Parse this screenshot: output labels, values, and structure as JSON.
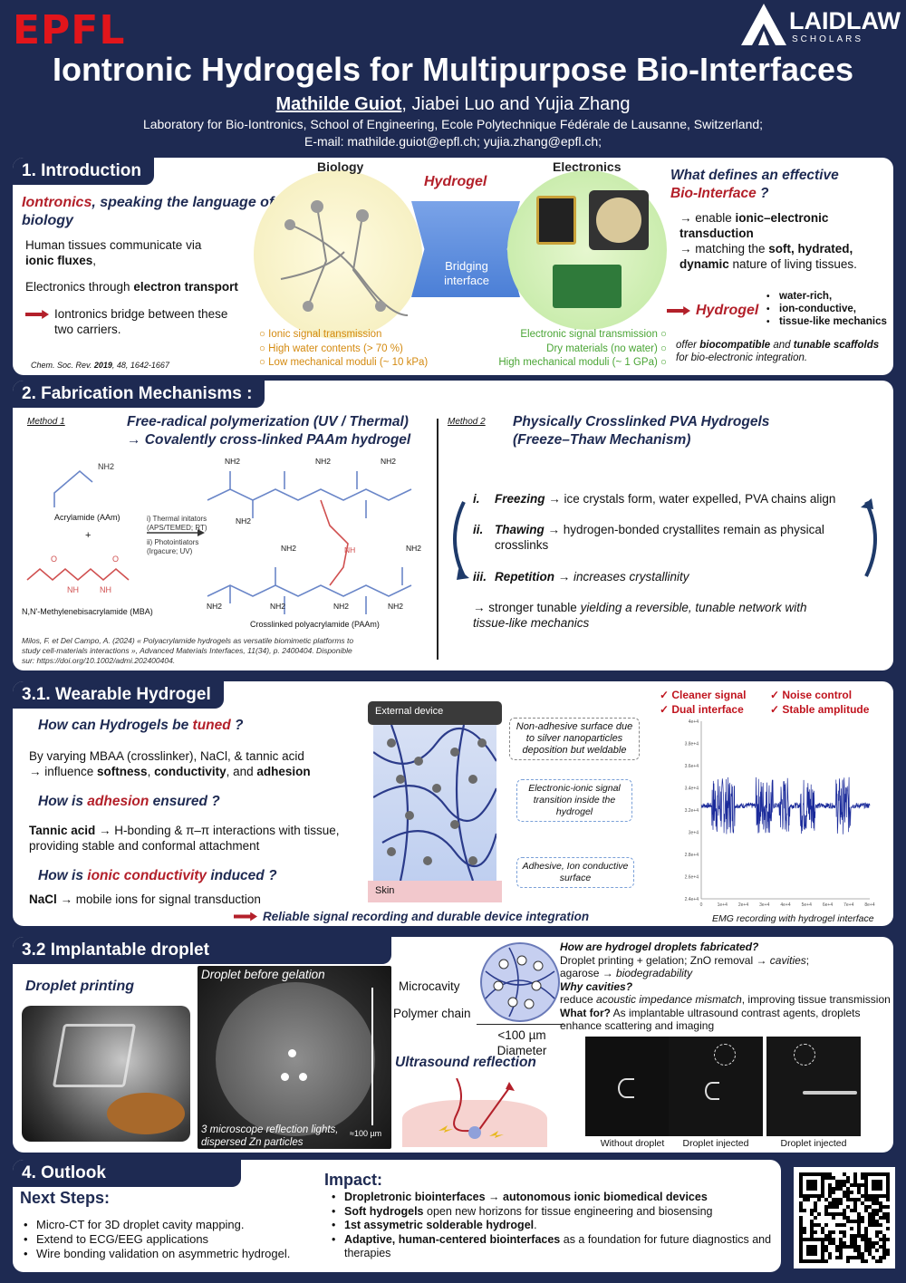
{
  "header": {
    "logo_left": "EPFL",
    "logo_right": "LAIDLAW",
    "logo_right_sub": "SCHOLARS",
    "title": "Iontronic Hydrogels for Multipurpose Bio-Interfaces",
    "author_main": "Mathilde Guiot",
    "authors_rest": ", Jiabei Luo and Yujia Zhang",
    "affiliation": "Laboratory for Bio-Iontronics, School of Engineering, Ecole Polytechnique Fédérale de Lausanne, Switzerland;",
    "email": "E-mail: mathilde.guiot@epfl.ch; yujia.zhang@epfl.ch;"
  },
  "intro": {
    "section": "1. Introduction",
    "sub1": "Iontronics",
    "sub2": ", speaking the language of biology",
    "p1a": "Human tissues communicate via ",
    "p1b": "ionic fluxes",
    "p1c": ",",
    "p2a": "Electronics through ",
    "p2b": "electron transport",
    "p3": "Iontronics bridge between these two carriers.",
    "ref_a": "Chem. Soc. Rev. ",
    "ref_b": "2019",
    "ref_c": ", 48, 1642-1667",
    "fig_biology": "Biology",
    "fig_hydrogel": "Hydrogel",
    "fig_electronics": "Electronics",
    "fig_bridge": "Bridging interface",
    "bio_props": [
      "Ionic signal transmission",
      "High water contents (> 70 %)",
      "Low mechanical moduli (~ 10 kPa)"
    ],
    "elec_props": [
      "Electronic signal transmission",
      "Dry materials (no water)",
      "High mechanical moduli (~ 1 GPa)"
    ],
    "q1": "What defines an effective",
    "q2": "Bio-Interface",
    "q3": " ?",
    "b1a": "→ enable ",
    "b1b": "ionic–electronic transduction",
    "b2a": "→ matching the ",
    "b2b": "soft, hydrated, dynamic",
    "b2c": " nature of living tissues.",
    "hydrogel_label": "Hydrogel",
    "hyd_props": [
      "water-rich,",
      "ion-conductive,",
      "tissue-like mechanics"
    ],
    "offer_a": "offer ",
    "offer_b": "biocompatible",
    "offer_c": " and ",
    "offer_d": "tunable scaffolds",
    "offer_e": " for bio-electronic integration."
  },
  "fab": {
    "section": "2. Fabrication Mechanisms :",
    "m1": "Method 1",
    "m1_t1": "Free-radical polymerization (UV / Thermal)",
    "m1_t2": "→ Covalently cross-linked PAAm hydrogel",
    "aam": "Acrylamide (AAm)",
    "plus": "+",
    "mba": "N,N'-Methylenebisacrylamide (MBA)",
    "cond1": "i) Thermal initators",
    "cond2": "(APS/TEMED; RT)",
    "cond3": "ii) Photointiators",
    "cond4": "(Irgacure; UV)",
    "nh2": "NH2",
    "nh": "NH",
    "o": "O",
    "product": "Crosslinked polyacrylamide (PAAm)",
    "ref": "Milos, F. et Del Campo, A. (2024) « Polyacrylamide hydrogels as versatile biomimetic platforms to study cell-materials interactions », Advanced Materials Interfaces, 11(34), p. 2400404. Disponible sur: https://doi.org/10.1002/admi.202400404.",
    "m2": "Method 2",
    "m2_t1": "Physically Crosslinked PVA Hydrogels",
    "m2_t2": "(Freeze–Thaw Mechanism)",
    "steps": [
      {
        "num": "i.",
        "name": "Freezing",
        "text": " → ice crystals form, water expelled, PVA chains align"
      },
      {
        "num": "ii.",
        "name": "Thawing",
        "text": " → hydrogen-bonded crystallites remain as physical crosslinks"
      },
      {
        "num": "iii.",
        "name": "Repetition",
        "text": " → increases crystallinity"
      }
    ],
    "result_a": "→ stronger tunable ",
    "result_b": "yielding a reversible, tunable network with tissue-like mechanics"
  },
  "wear": {
    "section": "3.1. Wearable Hydrogel",
    "q1a": "How can Hydrogels be ",
    "q1b": "tuned",
    "q1c": " ?",
    "p1a": "By varying MBAA (crosslinker), NaCl, & tannic acid",
    "p1b": "→ influence ",
    "p1c": "softness",
    "p1d": ", ",
    "p1e": "conductivity",
    "p1f": ", and ",
    "p1g": "adhesion",
    "q2a": "How is ",
    "q2b": "adhesion",
    "q2c": " ensured ?",
    "p2a": "Tannic acid",
    "p2b": " → H-bonding & π–π interactions with tissue, providing stable and conformal attachment",
    "q3a": "How is ",
    "q3b": "ionic conductivity",
    "q3c": " induced ?",
    "p3a": "NaCl",
    "p3b": " → mobile ions for signal transduction",
    "conclusion": "Reliable signal recording and durable device integration",
    "device": "External device",
    "skin": "Skin",
    "ann1": "Non-adhesive surface due to silver nanoparticles deposition but weldable",
    "ann2": "Electronic-ionic signal transition inside the hydrogel",
    "ann3": "Adhesive, Ion conductive surface",
    "ticks": [
      "Cleaner signal",
      "Noise control",
      "Dual interface",
      "Stable amplitude"
    ],
    "emg_caption": "EMG recording with hydrogel interface"
  },
  "chart_data": {
    "type": "line",
    "title": "",
    "xlabel": "",
    "ylabel": "",
    "x_ticks": [
      "0",
      "1e+4",
      "2e+4",
      "3e+4",
      "4e+4",
      "5e+4",
      "6e+4",
      "7e+4",
      "8e+4"
    ],
    "y_ticks": [
      "4e+4",
      "3.8e+4",
      "3.6e+4",
      "3.4e+4",
      "3.2e+4",
      "3e+4",
      "2.8e+4",
      "2.6e+4",
      "2.4e+4"
    ],
    "series": [
      {
        "color": "#1a2a9a",
        "bursts": [
          [
            0.5,
            1.6
          ],
          [
            2.6,
            3.4
          ],
          [
            3.7,
            4.2
          ],
          [
            4.7,
            5.4
          ],
          [
            6.4,
            7.1
          ]
        ],
        "baseline": 32400
      }
    ]
  },
  "drop": {
    "section": "3.2 Implantable droplet",
    "printing": "Droplet printing",
    "before": "Droplet before gelation",
    "cap_a": "3 microscope reflection lights,",
    "cap_b": "dispersed Zn particles",
    "scale": "≈100 µm",
    "microcavity": "Microcavity",
    "polymer": "Polymer chain",
    "dia1": "<100 µm",
    "dia2": "Diameter",
    "us": "Ultrasound reflection",
    "fq1": "How are hydrogel droplets fabricated?",
    "fa1a": "Droplet printing + gelation; ZnO removal → ",
    "fa1b": "cavities",
    "fa1c": ";",
    "fa1d": "agarose → ",
    "fa1e": "biodegradability",
    "fq2": "Why cavities?",
    "fa2a": "reduce ",
    "fa2b": "acoustic impedance mismatch",
    "fa2c": ", improving tissue transmission",
    "fq3": "What for?",
    "fa3": " As implantable ultrasound contrast agents, droplets enhance scattering and imaging",
    "us_labels": [
      "Without droplet",
      "Droplet injected",
      "Droplet injected"
    ]
  },
  "outlook": {
    "section": "4. Outlook",
    "next": "Next Steps:",
    "next_items": [
      "Micro-CT for 3D droplet cavity mapping.",
      "Extend to ECG/EEG applications",
      "Wire bonding validation on asymmetric hydrogel."
    ],
    "impact": "Impact:",
    "impact_items": [
      {
        "b": "Dropletronic biointerfaces → autonomous ionic biomedical devices",
        "r": ""
      },
      {
        "b": "Soft hydrogels",
        "r": " open new horizons for tissue engineering and biosensing"
      },
      {
        "b": "1st assymetric solderable hydrogel",
        "r": "."
      },
      {
        "b": "Adaptive, human-centered biointerfaces",
        "r": " as a foundation for future diagnostics and therapies"
      }
    ]
  }
}
